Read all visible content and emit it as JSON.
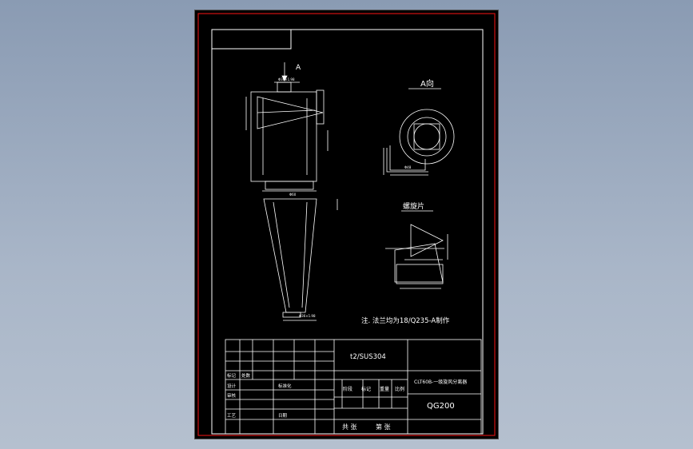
{
  "drawing": {
    "view_arrow_label": "A",
    "view_a_title": "A向",
    "spiral_title": "螺旋片",
    "note": "注. 法兰均为18/Q235-A制作",
    "dim_top": "Φ36×1.98",
    "dim_mid": "Φ60",
    "dim_bottom": "Φ36×1.98",
    "dim_flange": "Φ48"
  },
  "title_block": {
    "material": "t2/SUS304",
    "part_name": "CLT60B-一级旋风分离器",
    "drawing_no": "QG200",
    "col_stage": "阶段",
    "col_mark": "标记",
    "col_weight": "重量",
    "col_scale": "比例",
    "row_mark": "标记",
    "row_qty": "处数",
    "row_design": "设计",
    "row_check": "审核",
    "row_process": "工艺",
    "row_std": "标准化",
    "row_date": "日期",
    "sheet_total": "共  张",
    "sheet_no": "第  张"
  },
  "colors": {
    "line": "#ffffff",
    "frame_red": "#d01010"
  }
}
